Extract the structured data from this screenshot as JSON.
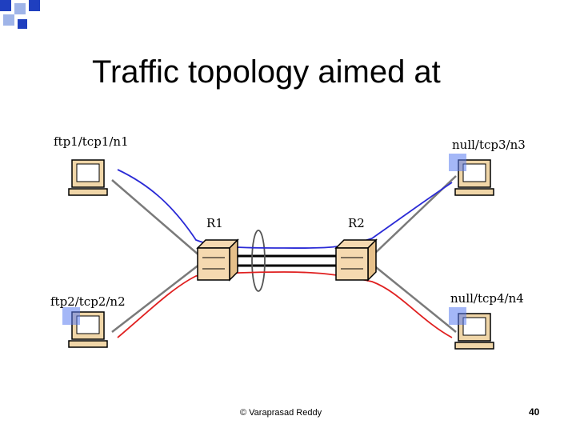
{
  "colors": {
    "corner_blue": "#1f3fbf",
    "corner_light": "#9fb4e8",
    "flow_blue": "#2b2bd6",
    "flow_red": "#e02020",
    "link_gray": "#7a7a7a",
    "router_fill": "#f5d9b0",
    "computer_fill": "#f0d6a8"
  },
  "slide": {
    "title": "Traffic topology aimed at",
    "footer": "©  Varaprasad Reddy",
    "page_number": "40"
  },
  "diagram": {
    "nodes": {
      "n1": "ftp1/tcp1/n1",
      "n2": "ftp2/tcp2/n2",
      "n3": "null/tcp3/n3",
      "n4": "null/tcp4/n4",
      "r1": "R1",
      "r2": "R2"
    }
  }
}
